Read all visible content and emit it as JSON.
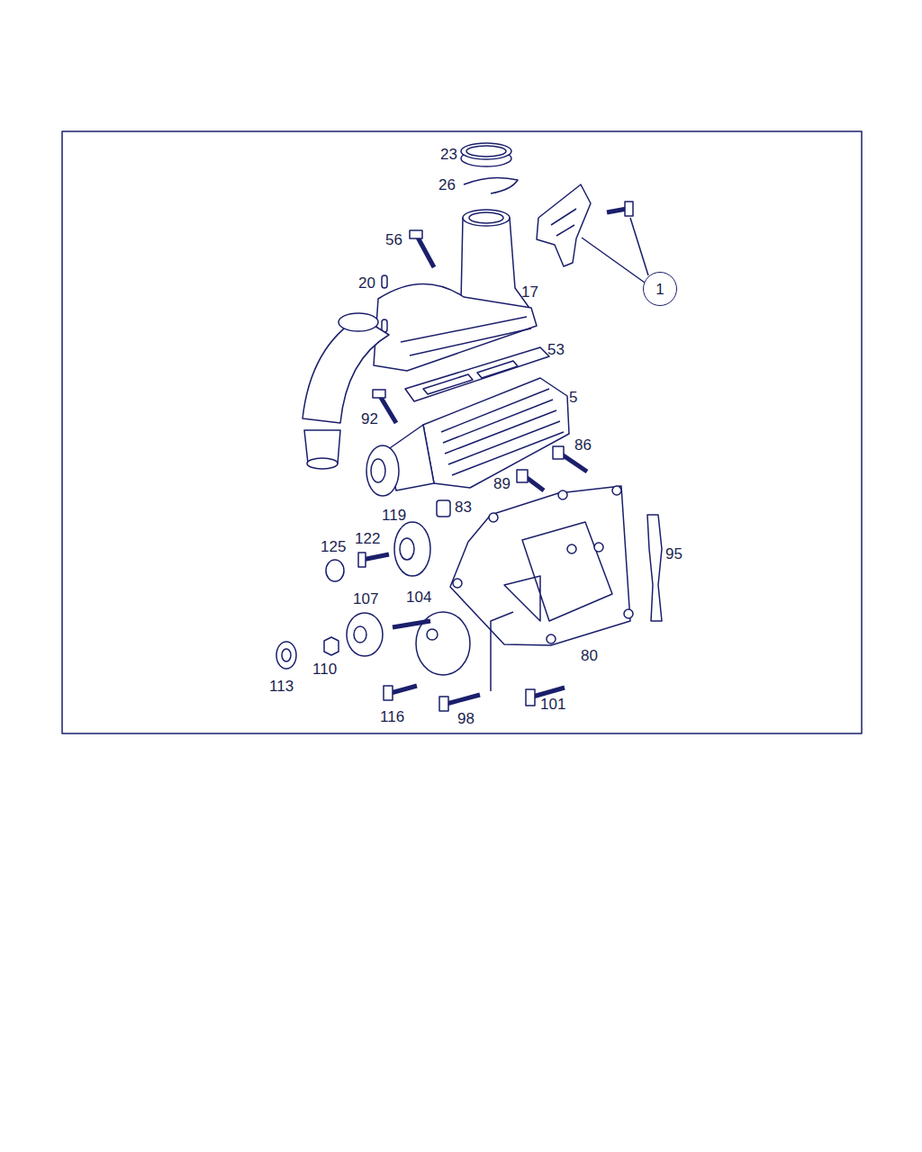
{
  "diagram": {
    "nodes": [
      {
        "text": [
          "1"
        ]
      }
    ],
    "labels": [
      "23",
      "26",
      "56",
      "20",
      "17",
      "53",
      "5",
      "92",
      "86",
      "89",
      "119",
      "83",
      "125",
      "122",
      "95",
      "107",
      "104",
      "80",
      "110",
      "113",
      "101",
      "116",
      "98"
    ]
  }
}
